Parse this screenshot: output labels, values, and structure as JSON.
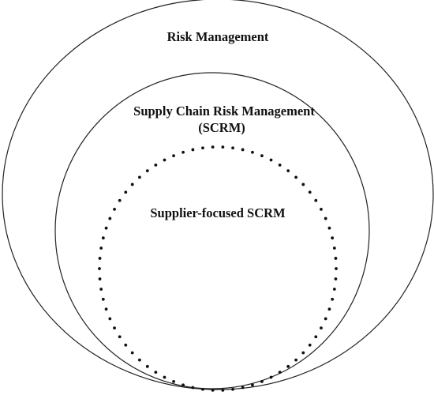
{
  "diagram": {
    "outer": {
      "label": "Risk Management"
    },
    "middle": {
      "label_line1": "Supply Chain Risk Management",
      "label_line2": "(SCRM)"
    },
    "inner": {
      "label": "Supplier-focused SCRM"
    }
  },
  "colors": {
    "stroke": "#222222",
    "dots": "#111111",
    "text": "#111111",
    "background": "#ffffff"
  }
}
